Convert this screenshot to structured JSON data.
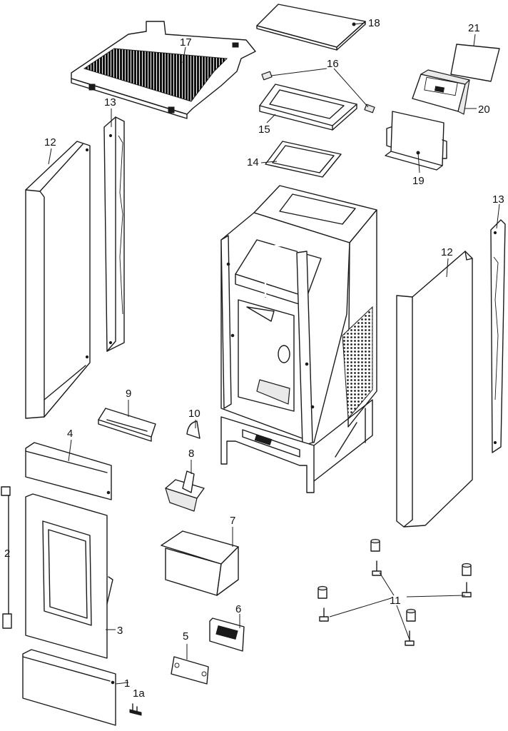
{
  "callouts": {
    "c1": "1",
    "c1a": "1a",
    "c2": "2",
    "c3": "3",
    "c4": "4",
    "c5": "5",
    "c6": "6",
    "c7": "7",
    "c8": "8",
    "c9": "9",
    "c10": "10",
    "c11": "11",
    "c12a": "12",
    "c12b": "12",
    "c13a": "13",
    "c13b": "13",
    "c14": "14",
    "c15": "15",
    "c16": "16",
    "c17": "17",
    "c18": "18",
    "c19": "19",
    "c20": "20",
    "c21": "21"
  }
}
